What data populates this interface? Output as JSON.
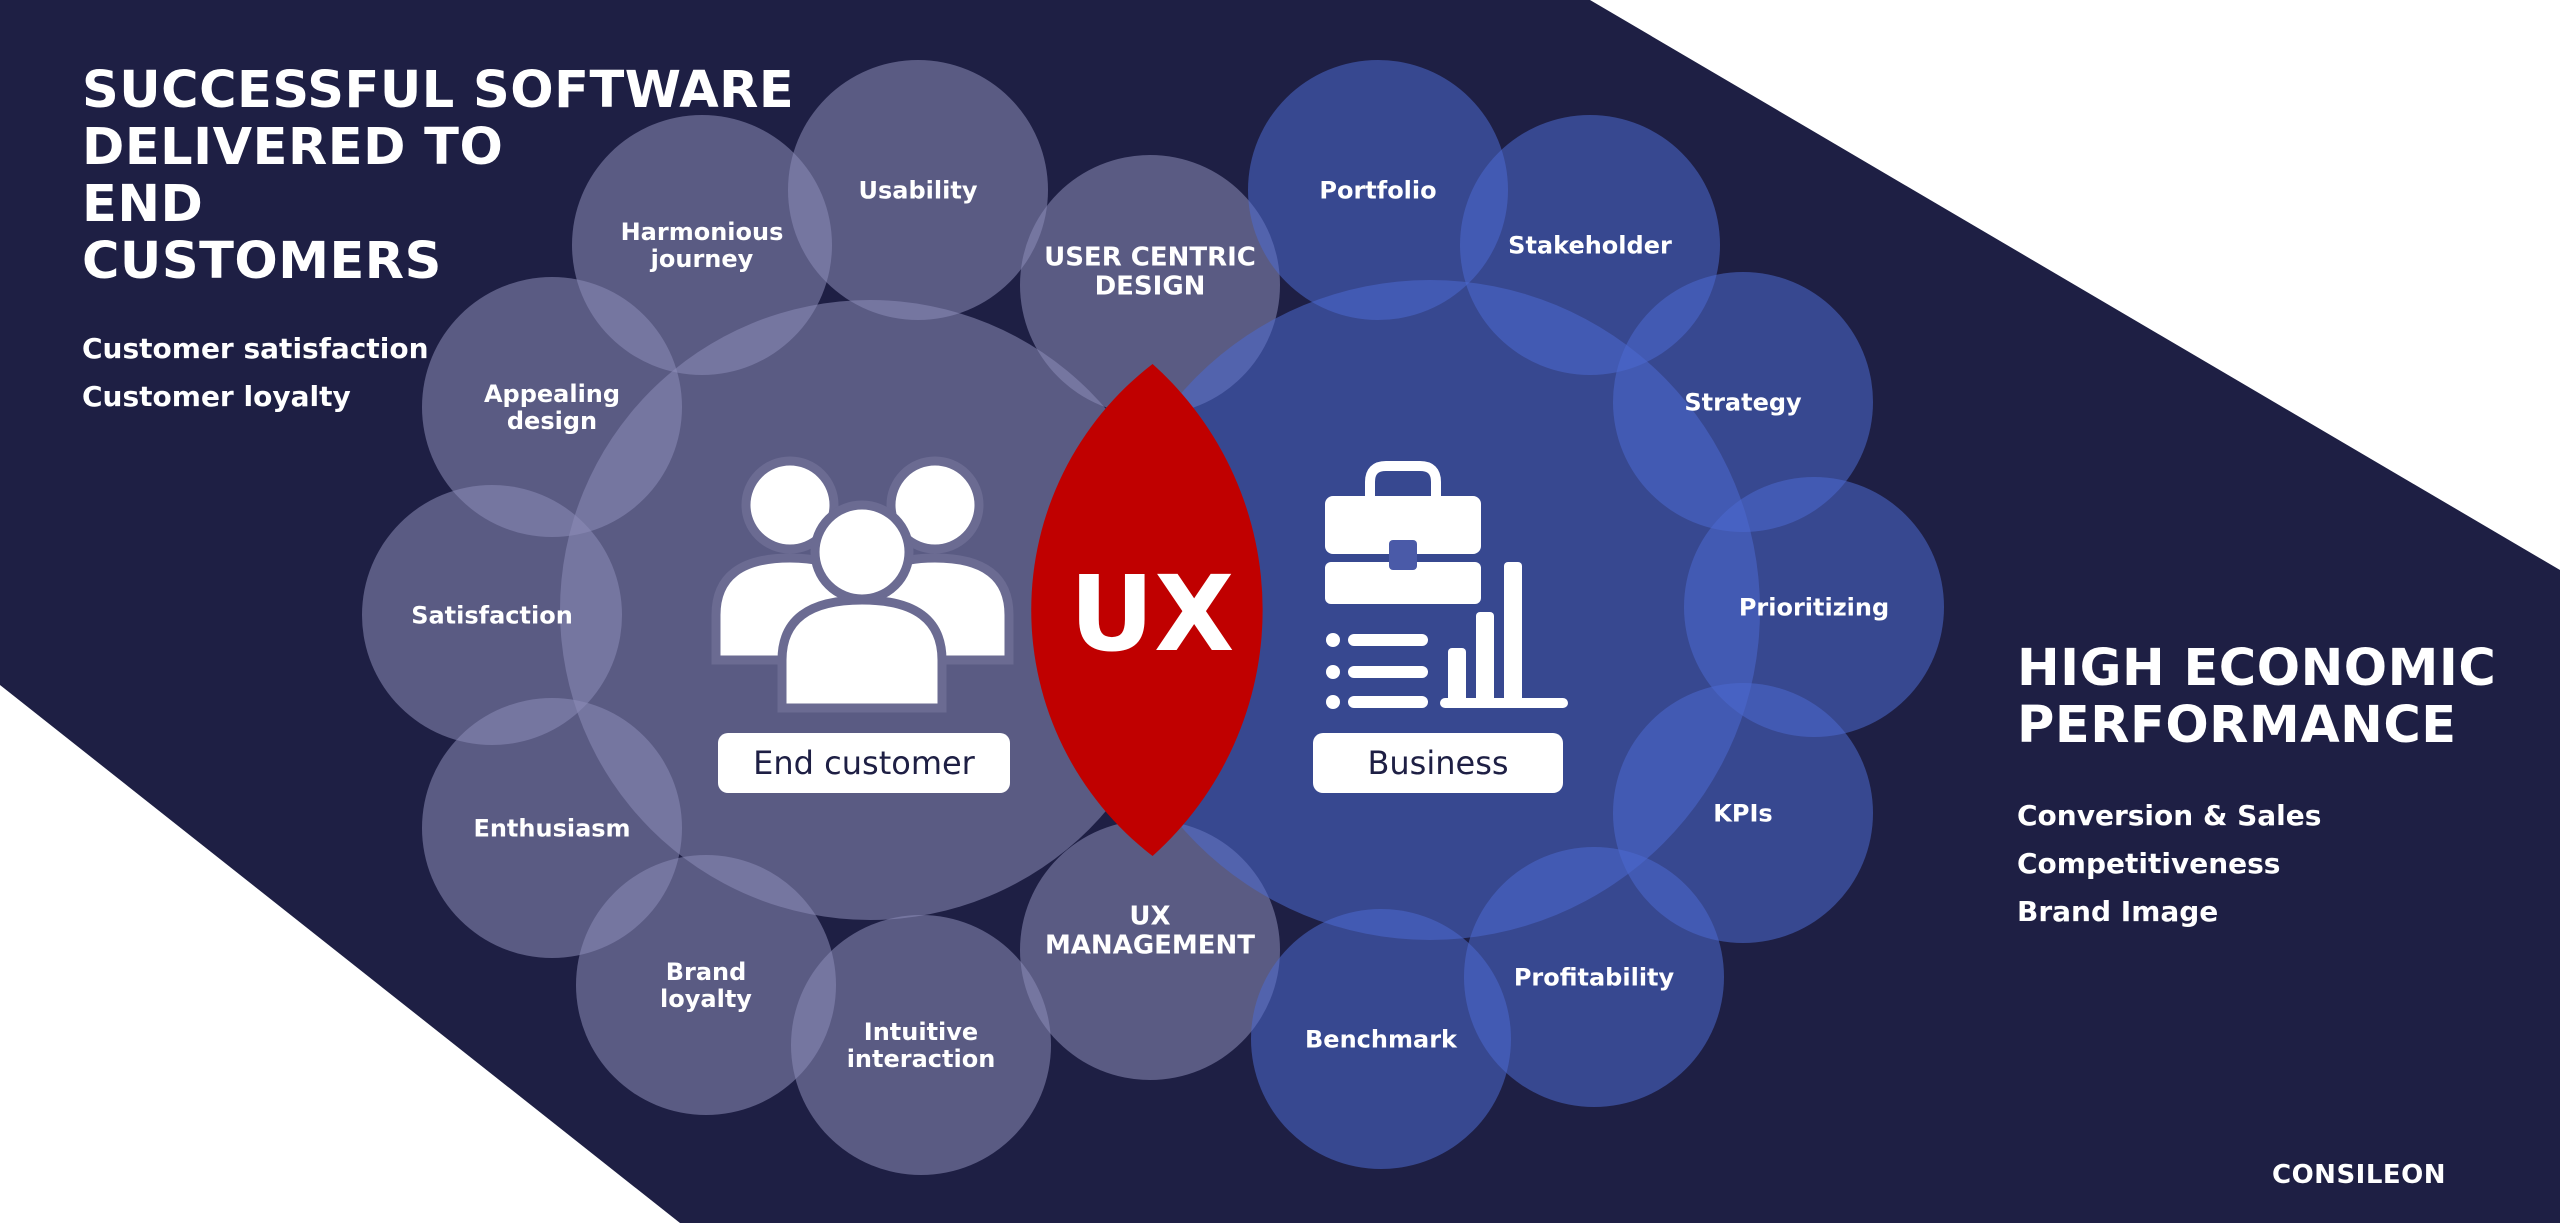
{
  "left_heading": {
    "lines": [
      "SUCCESSFUL SOFTWARE",
      "DELIVERED TO",
      "END",
      "CUSTOMERS"
    ],
    "items": [
      "Customer satisfaction",
      "Customer loyalty"
    ]
  },
  "right_heading": {
    "lines": [
      "HIGH ECONOMIC",
      "PERFORMANCE"
    ],
    "items": [
      "Conversion & Sales",
      "Competitiveness",
      "Brand Image"
    ]
  },
  "center": {
    "label": "UX"
  },
  "left_group": {
    "label": "End customer",
    "icon": "people-group-icon"
  },
  "right_group": {
    "label": "Business",
    "icon": "business-briefcase-chart-icon"
  },
  "top_bubble": {
    "lines": [
      "USER CENTRIC",
      "DESIGN"
    ]
  },
  "bottom_bubble": {
    "lines": [
      "UX",
      "MANAGEMENT"
    ]
  },
  "left_bubbles": [
    {
      "lines": [
        "Usability"
      ]
    },
    {
      "lines": [
        "Harmonious",
        "journey"
      ]
    },
    {
      "lines": [
        "Appealing",
        "design"
      ]
    },
    {
      "lines": [
        "Satisfaction"
      ]
    },
    {
      "lines": [
        "Enthusiasm"
      ]
    },
    {
      "lines": [
        "Brand",
        "loyalty"
      ]
    },
    {
      "lines": [
        "Intuitive",
        "interaction"
      ]
    }
  ],
  "right_bubbles": [
    {
      "lines": [
        "Portfolio"
      ]
    },
    {
      "lines": [
        "Stakeholder"
      ]
    },
    {
      "lines": [
        "Strategy"
      ]
    },
    {
      "lines": [
        "Prioritizing"
      ]
    },
    {
      "lines": [
        "KPIs"
      ]
    },
    {
      "lines": [
        "Profitability"
      ]
    },
    {
      "lines": [
        "Benchmark"
      ]
    }
  ],
  "logo": {
    "text": "CONSILEON"
  },
  "colors": {
    "background": "#1e1f44",
    "left_tint": "#8c8cb8",
    "right_tint": "#4d6ad0",
    "ux_lens": "#c00000",
    "text": "#ffffff"
  }
}
